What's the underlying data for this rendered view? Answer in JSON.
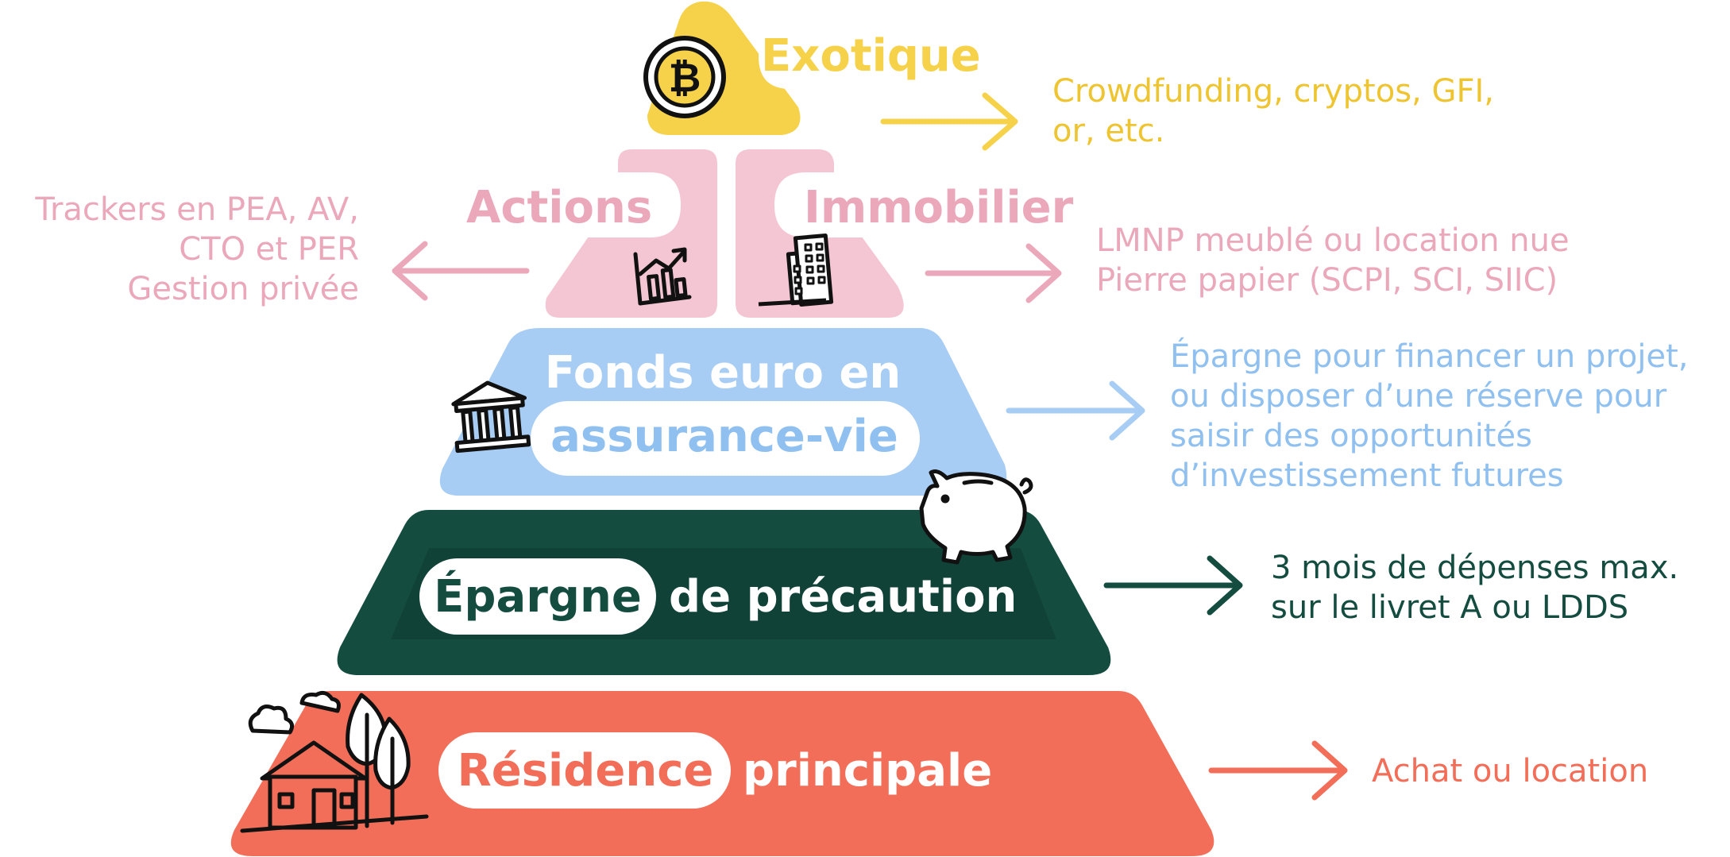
{
  "colors": {
    "exotic": "#f6d24a",
    "pink": "#f4c6d3",
    "pinkText": "#eba8bb",
    "blue": "#a7cdf4",
    "blueText": "#8fc0f0",
    "green": "#144d40",
    "greenDark": "#0e3a2f",
    "red": "#f26e58",
    "white": "#ffffff",
    "black": "#111111"
  },
  "tiers": {
    "exotique": {
      "title": "Exotique",
      "note": [
        "Crowdfunding, cryptos, GFI,",
        "or, etc."
      ],
      "icon": "bitcoin-coin-icon"
    },
    "actions": {
      "title": "Actions",
      "note": [
        "Trackers en PEA, AV,",
        "CTO et PER",
        "Gestion privée"
      ],
      "icon": "stock-chart-icon"
    },
    "immobilier": {
      "title": "Immobilier",
      "note": [
        "LMNP meublé ou location nue",
        "Pierre papier (SCPI, SCI, SIIC)"
      ],
      "icon": "building-icon"
    },
    "fonds": {
      "title1": "Fonds euro en",
      "title2": "assurance-vie",
      "note": [
        "Épargne pour financer un projet,",
        "ou disposer d’une réserve pour",
        "saisir des opportunités",
        "d’investissement futures"
      ],
      "icon": "bank-icon"
    },
    "epargne": {
      "title1": "Épargne",
      "title2": "de précaution",
      "note": [
        "3 mois de dépenses max.",
        "sur le livret A ou LDDS"
      ],
      "icon": "piggy-bank-icon"
    },
    "residence": {
      "title1": "Résidence",
      "title2": "principale",
      "note": [
        "Achat ou location"
      ],
      "icon": "house-trees-icon"
    }
  }
}
